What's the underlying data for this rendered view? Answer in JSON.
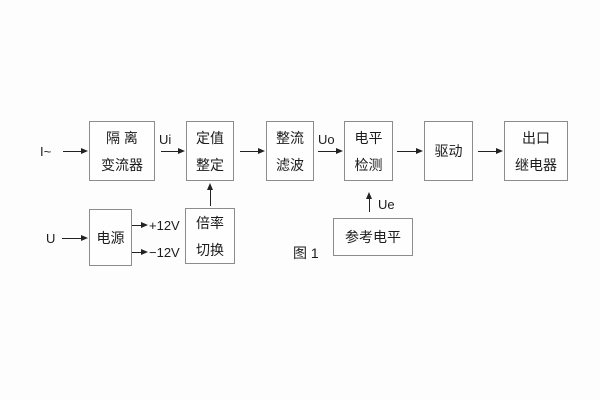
{
  "figure": {
    "caption": "图 1"
  },
  "diagram": {
    "inputs": {
      "current": "I~",
      "voltage": "U"
    },
    "signals": {
      "ui": "Ui",
      "uo": "Uo",
      "ue": "Ue"
    },
    "power_rails": {
      "positive": "+12V",
      "negative": "−12V"
    },
    "nodes": {
      "isolation": {
        "line1": "隔 离",
        "line2": "变流器"
      },
      "setting": {
        "line1": "定值",
        "line2": "整定"
      },
      "rectify": {
        "line1": "整流",
        "line2": "滤波"
      },
      "level": {
        "line1": "电平",
        "line2": "检测"
      },
      "drive": {
        "line1": "驱动"
      },
      "output": {
        "line1": "出口",
        "line2": "继电器"
      },
      "power": {
        "line1": "电源"
      },
      "ratio": {
        "line1": "倍率",
        "line2": "切换"
      },
      "reference": {
        "line1": "参考电平"
      }
    },
    "flow": [
      "I~ → 隔离变流器",
      "隔离变流器 →(Ui)→ 定值整定",
      "定值整定 → 整流滤波",
      "整流滤波 →(Uo)→ 电平检测",
      "电平检测 → 驱动",
      "驱动 → 出口继电器",
      "U → 电源",
      "电源 → +12V",
      "电源 → −12V",
      "倍率切换 ↑ 定值整定",
      "参考电平 ↑(Ue) 电平检测"
    ],
    "colors": {
      "background": "#fdfdfd",
      "box_border": "#8c8c8c",
      "line": "#222222",
      "text": "#1c1c1c"
    }
  }
}
